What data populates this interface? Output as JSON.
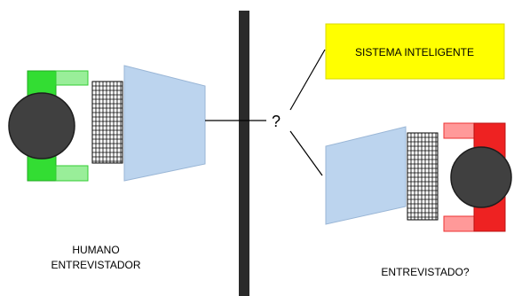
{
  "labels": {
    "system_box": "SISTEMA INTELIGENTE",
    "question_mark": "?",
    "human_line1": "HUMANO",
    "human_line2": "ENTREVISTADOR",
    "interviewee": "ENTREVISTADO?"
  },
  "colors": {
    "system_box_fill": "#ffff00",
    "human_figure": "#33dd33",
    "human_figure_light": "#99ee99",
    "interviewee_figure": "#ee2222",
    "interviewee_figure_light": "#ff9999",
    "screen_fill": "#bcd4ee",
    "head_fill": "#404040",
    "wall_fill": "#2a2a2a"
  },
  "icons": {
    "human": "seated-person-icon",
    "interviewee": "seated-person-icon",
    "keyboard": "keyboard-icon",
    "screen": "monitor-screen-icon"
  }
}
